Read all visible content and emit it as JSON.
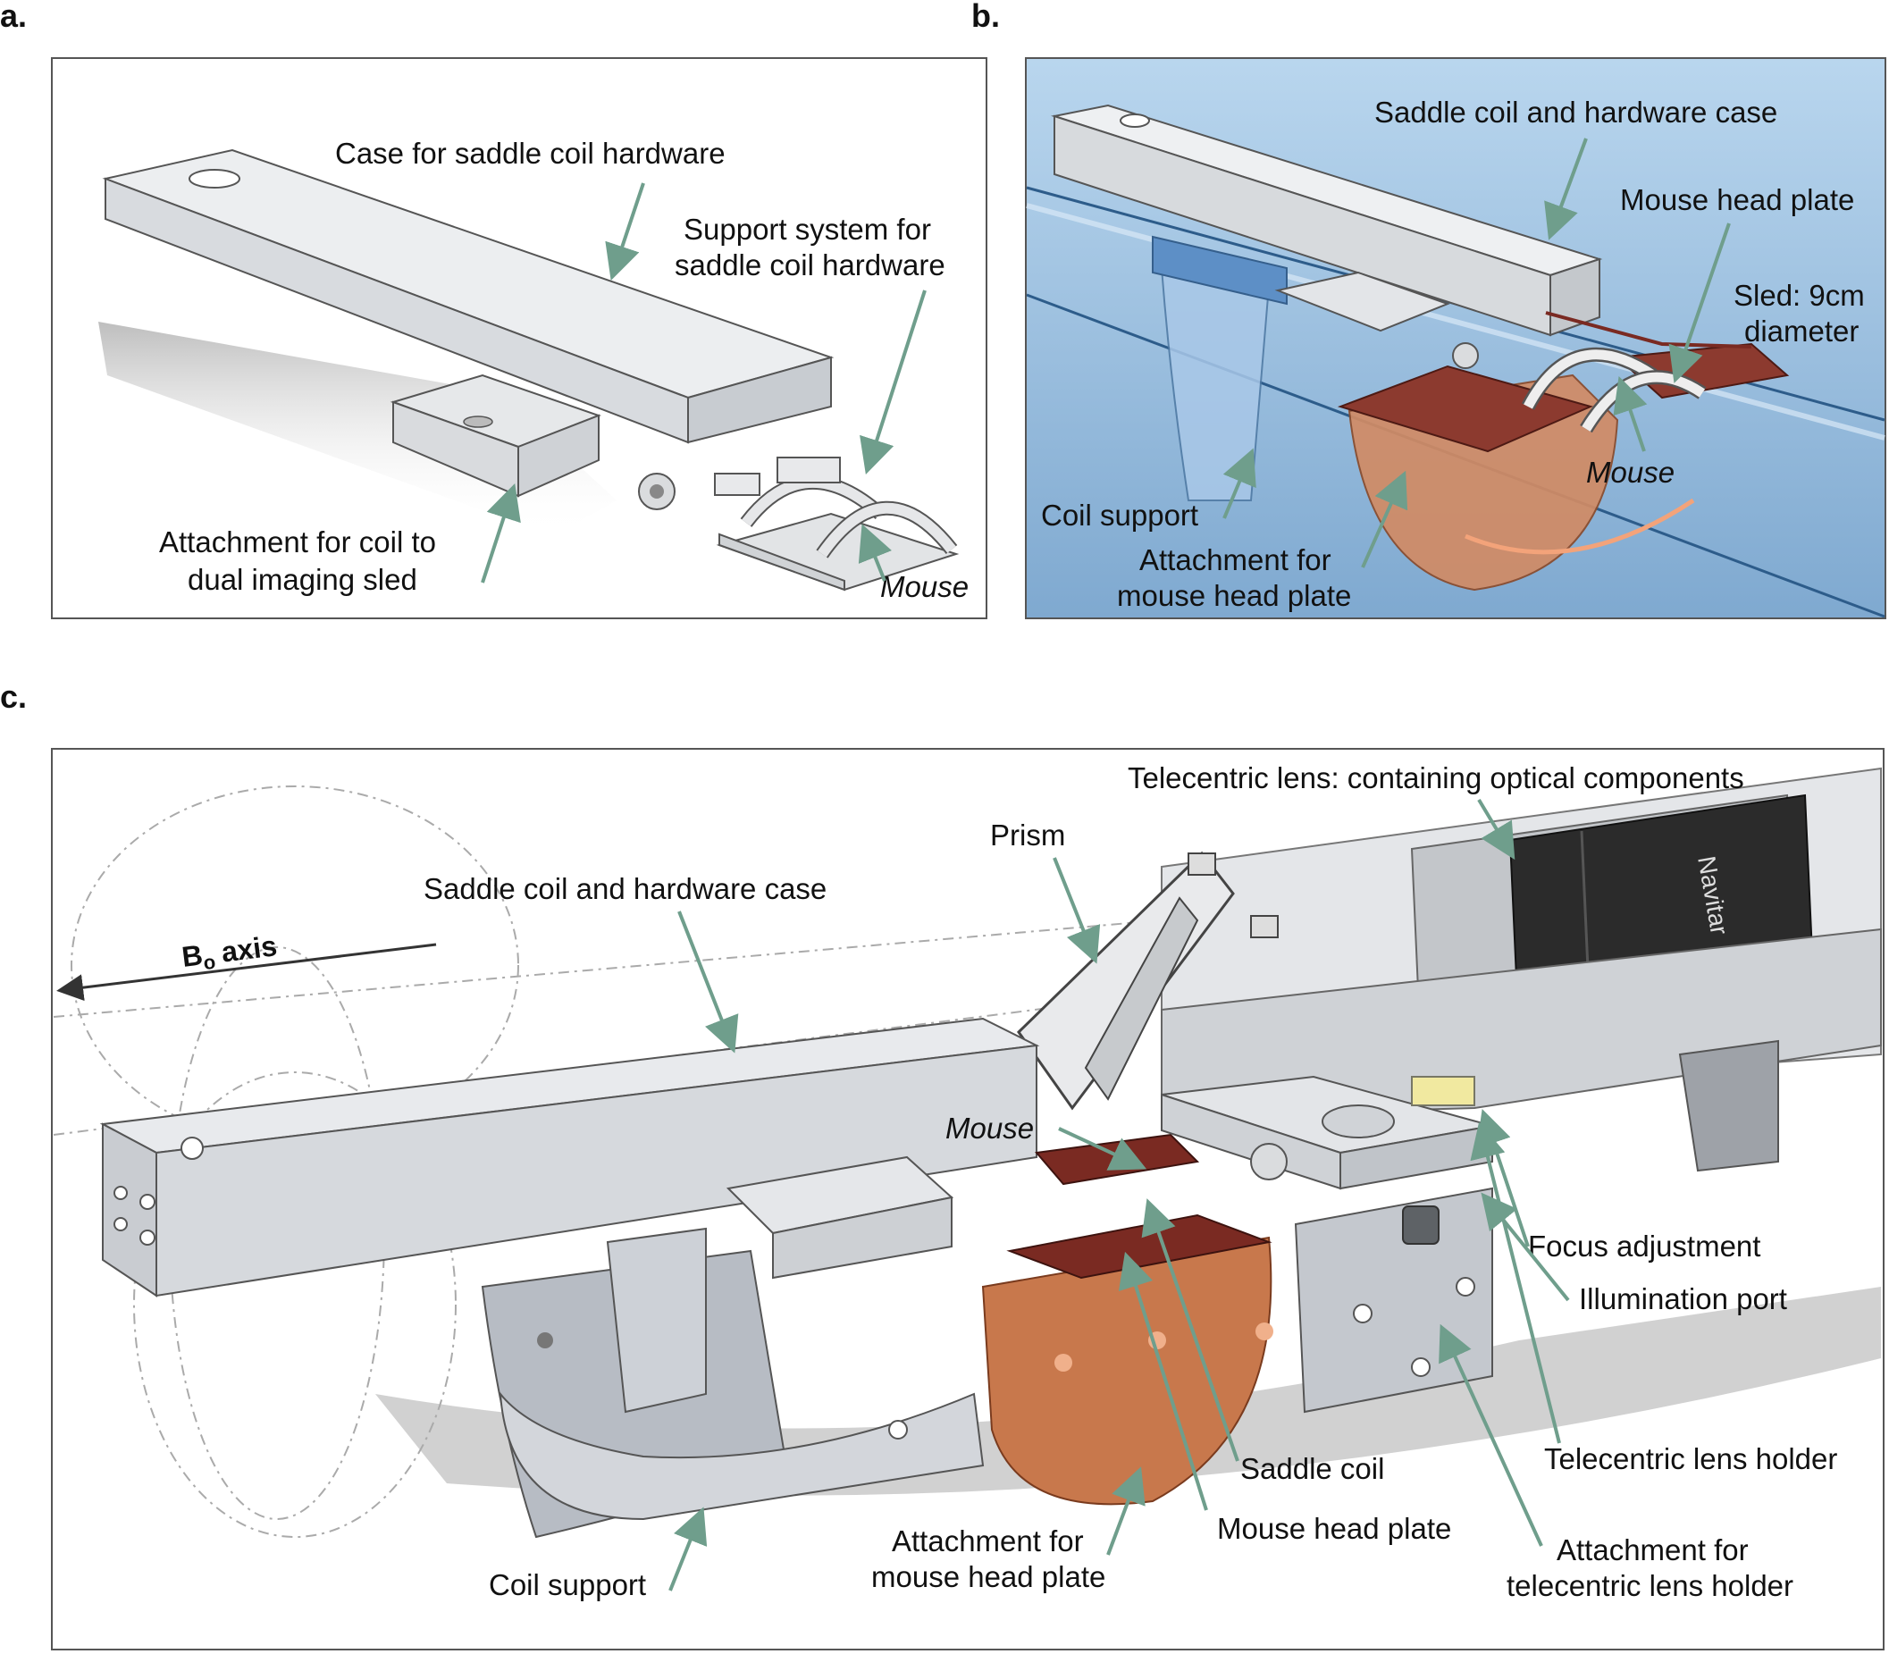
{
  "panels": {
    "a": {
      "letter": "a.",
      "labels": {
        "case": "Case for saddle coil hardware",
        "support_1": "Support system for",
        "support_2": "saddle coil hardware",
        "attach_1": "Attachment for coil to",
        "attach_2": "dual imaging sled",
        "mouse": "Mouse"
      }
    },
    "b": {
      "letter": "b.",
      "labels": {
        "case": "Saddle coil and hardware case",
        "head_plate": "Mouse head plate",
        "sled_1": "Sled: 9cm",
        "sled_2": "diameter",
        "mouse": "Mouse",
        "coil_support": "Coil support",
        "attach_1": "Attachment for",
        "attach_2": "mouse head plate"
      }
    },
    "c": {
      "letter": "c.",
      "labels": {
        "telecentric": "Telecentric lens: containing optical components",
        "prism": "Prism",
        "case": "Saddle coil and hardware case",
        "axis_main": "B",
        "axis_sub": "o",
        "axis_word": "axis",
        "mouse": "Mouse",
        "focus": "Focus adjustment",
        "illumination": "Illumination port",
        "lens_holder": "Telecentric lens holder",
        "saddle_coil": "Saddle coil",
        "head_plate": "Mouse head plate",
        "attach_head_1": "Attachment for",
        "attach_head_2": "mouse head plate",
        "attach_lens_1": "Attachment for",
        "attach_lens_2": "telecentric lens holder",
        "coil_support": "Coil support",
        "lens_brand": "Navitar"
      }
    }
  },
  "colors": {
    "arrow": "#6f9e8c",
    "metal": "#d4d7dc",
    "copper": "#c8784c",
    "dark_copper": "#7a2a22",
    "sled_blue": "#9fc3e4",
    "lens_black": "#2b2b2b",
    "yellow_port": "#f1e9a0"
  }
}
